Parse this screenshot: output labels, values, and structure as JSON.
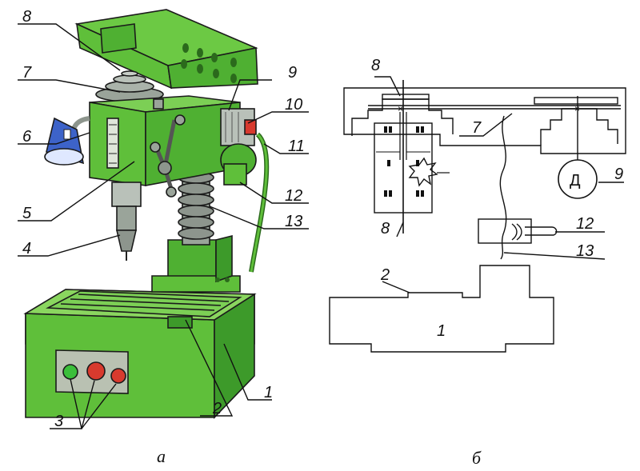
{
  "figure_a": {
    "caption": "а",
    "labels": {
      "l1": "1",
      "l2": "2",
      "l3": "3",
      "l4": "4",
      "l5": "5",
      "l6": "6",
      "l7": "7",
      "l8": "8",
      "l9": "9",
      "l10": "10",
      "l11": "11",
      "l12": "12",
      "l13": "13"
    }
  },
  "figure_b": {
    "caption": "б",
    "motor_symbol": "Д",
    "labels": {
      "l1": "1",
      "l2": "2",
      "l7": "7",
      "l8_top": "8",
      "l8_bottom": "8",
      "l9": "9",
      "l12": "12",
      "l13": "13"
    }
  },
  "colors": {
    "machine_green": "#5fbf3a",
    "machine_green_dark": "#3d9a2a",
    "lamp_blue": "#3d63c9",
    "button_green": "#3bbf3b",
    "button_red": "#d83a2e"
  }
}
